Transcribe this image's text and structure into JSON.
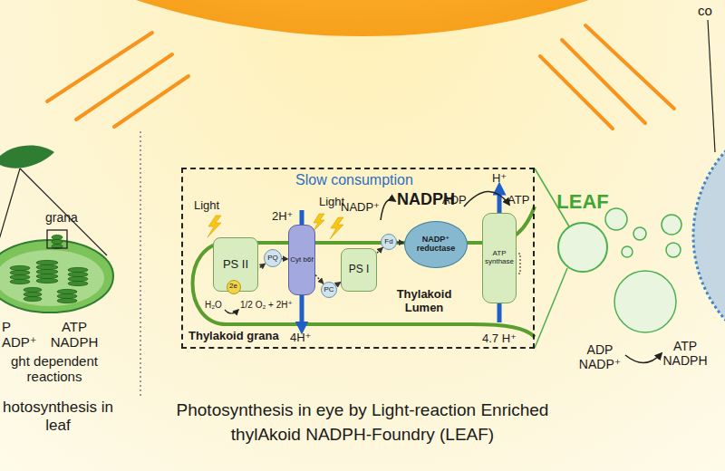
{
  "diagram": {
    "caption": "Photosynthesis in eye by Light-reaction Enriched thylAkoid NADPH-Foundry (LEAF)",
    "nodes": [
      {
        "text": [
          "Slow consumption"
        ]
      },
      {
        "text": [
          "PS II"
        ],
        "in": 0
      },
      {
        "text": [
          "2e"
        ],
        "in": 1
      },
      {
        "text": [
          "PQ"
        ],
        "in": 0
      },
      {
        "text": [
          "Cyt b6f"
        ],
        "in": 0
      },
      {
        "text": [
          "PC"
        ],
        "in": 0
      },
      {
        "text": [
          "PS I"
        ],
        "in": 0
      },
      {
        "text": [
          "Fd"
        ],
        "in": 0
      },
      {
        "text": [
          "NADP⁺ reductase"
        ],
        "in": 0
      },
      {
        "text": [
          "ATP synthase"
        ],
        "in": 0
      },
      {
        "text": [
          "LEAF"
        ]
      }
    ],
    "edges": [
      {
        "from": 2,
        "to": 3,
        "arrow": "to"
      },
      {
        "from": 3,
        "to": 4,
        "arrow": "to"
      },
      {
        "from": 4,
        "to": 5,
        "arrow": "to"
      },
      {
        "from": 5,
        "to": 6,
        "arrow": "to"
      },
      {
        "from": 6,
        "to": 7,
        "arrow": "to"
      },
      {
        "from": 7,
        "to": 8,
        "arrow": "to"
      }
    ],
    "labels": [
      "grana",
      "P ADP⁺",
      "ATP NADPH",
      "ght dependent reactions",
      "hotosynthesis in leaf",
      "Light",
      "Light",
      "2H⁺",
      "NADP⁺",
      "NADPH",
      "H⁺",
      "ADP",
      "ATP",
      "H₂O",
      "1/2 O₂ + 2H⁺",
      "4H⁺",
      "Thylakoid Lumen",
      "4.7 H⁺",
      "Thylakoid grana",
      "ADP NADP⁺",
      "ATP NADPH",
      "co"
    ]
  }
}
